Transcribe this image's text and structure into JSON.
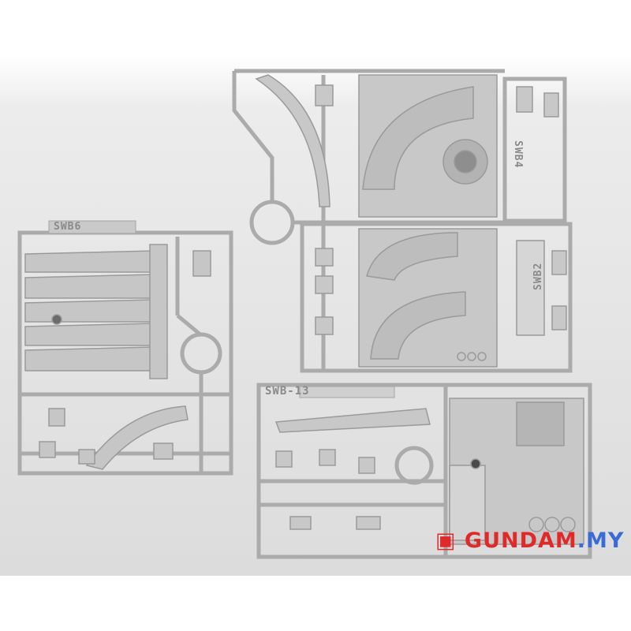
{
  "runners": [
    {
      "label": "SWB6"
    },
    {
      "label": "SWB4"
    },
    {
      "label": "SWB2"
    },
    {
      "label": "SWB-13"
    }
  ],
  "watermark": {
    "main": "GUNDAM",
    "suffix": ".MY",
    "logo_icon": "gundam-logo-icon"
  },
  "colors": {
    "background": "#f3f3f3",
    "runner": "#b4b4b4",
    "part": "#c9c9c9",
    "watermark_red": "#e02a2a",
    "watermark_blue": "#3a6bd6"
  }
}
